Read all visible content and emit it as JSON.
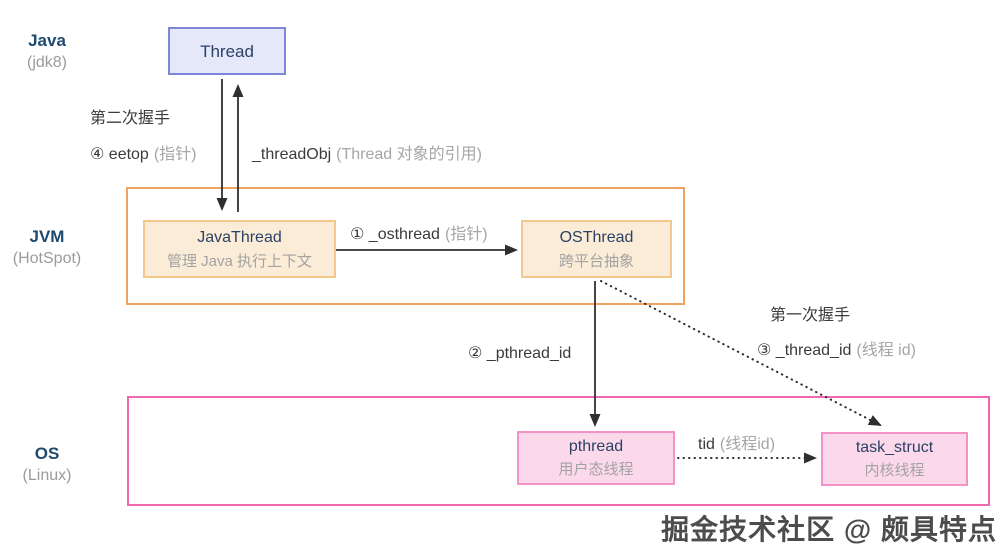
{
  "layers": {
    "java": {
      "title": "Java",
      "subtitle": "(jdk8)"
    },
    "jvm": {
      "title": "JVM",
      "subtitle": "(HotSpot)"
    },
    "os": {
      "title": "OS",
      "subtitle": "(Linux)"
    }
  },
  "nodes": {
    "thread": {
      "title": "Thread"
    },
    "javathread": {
      "title": "JavaThread",
      "subtitle": "管理 Java 执行上下文"
    },
    "osthread": {
      "title": "OSThread",
      "subtitle": "跨平台抽象"
    },
    "pthread": {
      "title": "pthread",
      "subtitle": "用户态线程"
    },
    "task_struct": {
      "title": "task_struct",
      "subtitle": "内核线程"
    }
  },
  "edges": {
    "handshake_second": "第二次握手",
    "handshake_first": "第一次握手",
    "eetop": {
      "label": "④ eetop",
      "note": "(指针)"
    },
    "threadobj": {
      "label": "_threadObj",
      "note": "(Thread 对象的引用)"
    },
    "osthread_ptr": {
      "label": "① _osthread",
      "note": "(指针)"
    },
    "pthread_id": {
      "label": "② _pthread_id",
      "note": ""
    },
    "thread_id": {
      "label": "③ _thread_id",
      "note": "(线程 id)"
    },
    "tid": {
      "label": "tid",
      "note": "(线程id)"
    }
  },
  "watermark": "掘金技术社区 @ 颇具特点",
  "colors": {
    "thread_fill": "#e4e8f9",
    "thread_border": "#7c87d9",
    "jvm_container_border": "#f0a35f",
    "jvm_node_fill": "#fbecd7",
    "jvm_node_border": "#f6c68f",
    "os_container_border": "#f168b1",
    "os_node_fill": "#fbd9ea",
    "os_node_border": "#f392c6",
    "title_text": "#2c4166",
    "layer_text": "#1e4a6e",
    "note_text": "#a6a6a6",
    "arrow": "#2f2f2f"
  }
}
